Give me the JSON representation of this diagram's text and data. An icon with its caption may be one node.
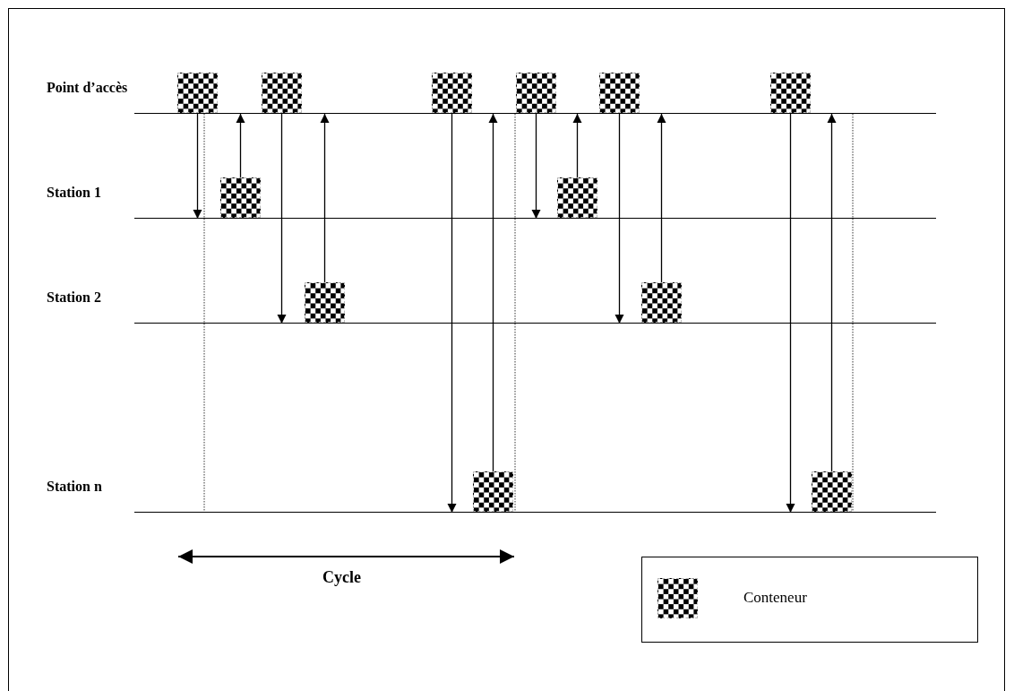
{
  "diagram": {
    "nodes": [
      {
        "text": [
          "Point d’accès"
        ]
      },
      {
        "text": [],
        "shape": "box"
      },
      {
        "text": [],
        "shape": "box"
      },
      {
        "text": [],
        "shape": "box"
      },
      {
        "text": [],
        "shape": "box"
      },
      {
        "text": [],
        "shape": "box"
      },
      {
        "text": [],
        "shape": "box"
      },
      {
        "text": [
          "Station 1"
        ]
      },
      {
        "text": [],
        "shape": "box"
      },
      {
        "text": [],
        "shape": "box"
      },
      {
        "text": [
          "Station 2"
        ]
      },
      {
        "text": [],
        "shape": "box"
      },
      {
        "text": [],
        "shape": "box"
      },
      {
        "text": [
          "Station n"
        ]
      },
      {
        "text": [],
        "shape": "box"
      },
      {
        "text": [],
        "shape": "box"
      }
    ],
    "edges": [
      {
        "from": 1,
        "to": 7,
        "arrow": "to"
      },
      {
        "from": 8,
        "to": 0,
        "arrow": "to"
      },
      {
        "from": 2,
        "to": 10,
        "arrow": "to"
      },
      {
        "from": 11,
        "to": 0,
        "arrow": "to"
      },
      {
        "from": 3,
        "to": 13,
        "arrow": "to"
      },
      {
        "from": 14,
        "to": 0,
        "arrow": "to"
      },
      {
        "from": 4,
        "to": 7,
        "arrow": "to"
      },
      {
        "from": 9,
        "to": 0,
        "arrow": "to"
      },
      {
        "from": 5,
        "to": 10,
        "arrow": "to"
      },
      {
        "from": 12,
        "to": 0,
        "arrow": "to"
      },
      {
        "from": 6,
        "to": 13,
        "arrow": "to"
      },
      {
        "from": 15,
        "to": 0,
        "arrow": "to"
      }
    ],
    "labels": [
      "Cycle"
    ],
    "legend": [
      {
        "text": "Conteneur"
      }
    ]
  }
}
